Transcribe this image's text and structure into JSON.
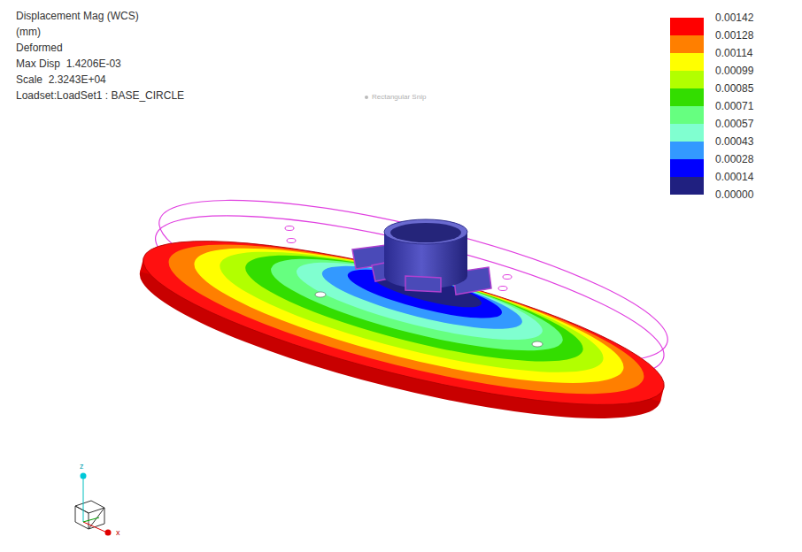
{
  "diagram": {
    "labels": [
      "Displacement Mag (WCS)",
      "(mm)",
      "Deformed",
      "Max Disp  1.4206E-03",
      "Scale  2.3243E+04",
      "Loadset:LoadSet1 : BASE_CIRCLE",
      "0.00000",
      "Rectangular Snip",
      "z",
      "x"
    ],
    "legend": [
      {
        "text": "0.00142",
        "color": "#ff0000"
      },
      {
        "text": "0.00128",
        "color": "#ff7f00"
      },
      {
        "text": "0.00114",
        "color": "#ffff00"
      },
      {
        "text": "0.00099",
        "color": "#b2ff00"
      },
      {
        "text": "0.00085",
        "color": "#33dd00"
      },
      {
        "text": "0.00071",
        "color": "#66ff80"
      },
      {
        "text": "0.00057",
        "color": "#80ffd0"
      },
      {
        "text": "0.00043",
        "color": "#3399ff"
      },
      {
        "text": "0.00028",
        "color": "#0000ff"
      },
      {
        "text": "0.00014",
        "color": "#202080"
      }
    ]
  }
}
